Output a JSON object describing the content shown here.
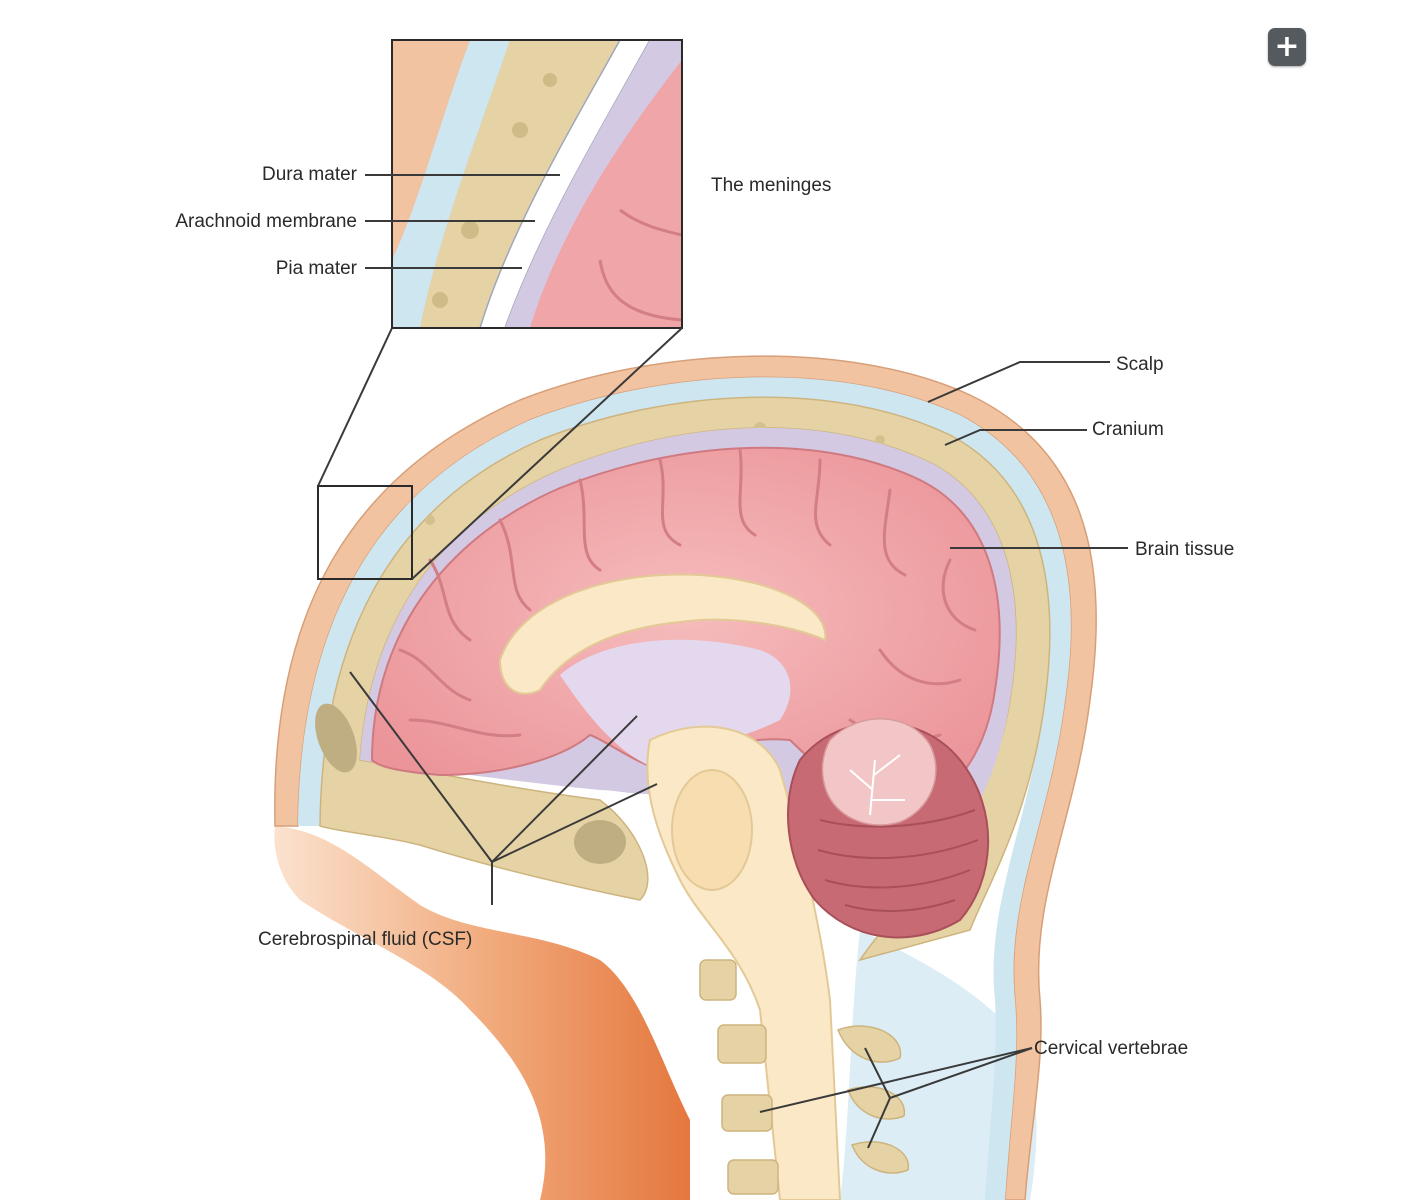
{
  "toolbar": {
    "expand_icon": "plus-icon",
    "expand_symbol": "+"
  },
  "inset": {
    "title": "The meninges"
  },
  "labels": {
    "dura_mater": "Dura mater",
    "arachnoid": "Arachnoid membrane",
    "pia_mater": "Pia mater",
    "scalp": "Scalp",
    "cranium": "Cranium",
    "brain_tissue": "Brain tissue",
    "csf": "Cerebrospinal fluid (CSF)",
    "cervical_vertebrae": "Cervical vertebrae"
  },
  "colors": {
    "scalp": "#f2c3a0",
    "csf_blue": "#cde6f0",
    "bone": "#e6d3a5",
    "bone_pore": "#cdbb88",
    "arachnoid": "#d4c9e3",
    "brain": "#f0a5a8",
    "brain_dark": "#df868b",
    "white_matter": "#fbe8c6",
    "neck": "#e8834f"
  }
}
